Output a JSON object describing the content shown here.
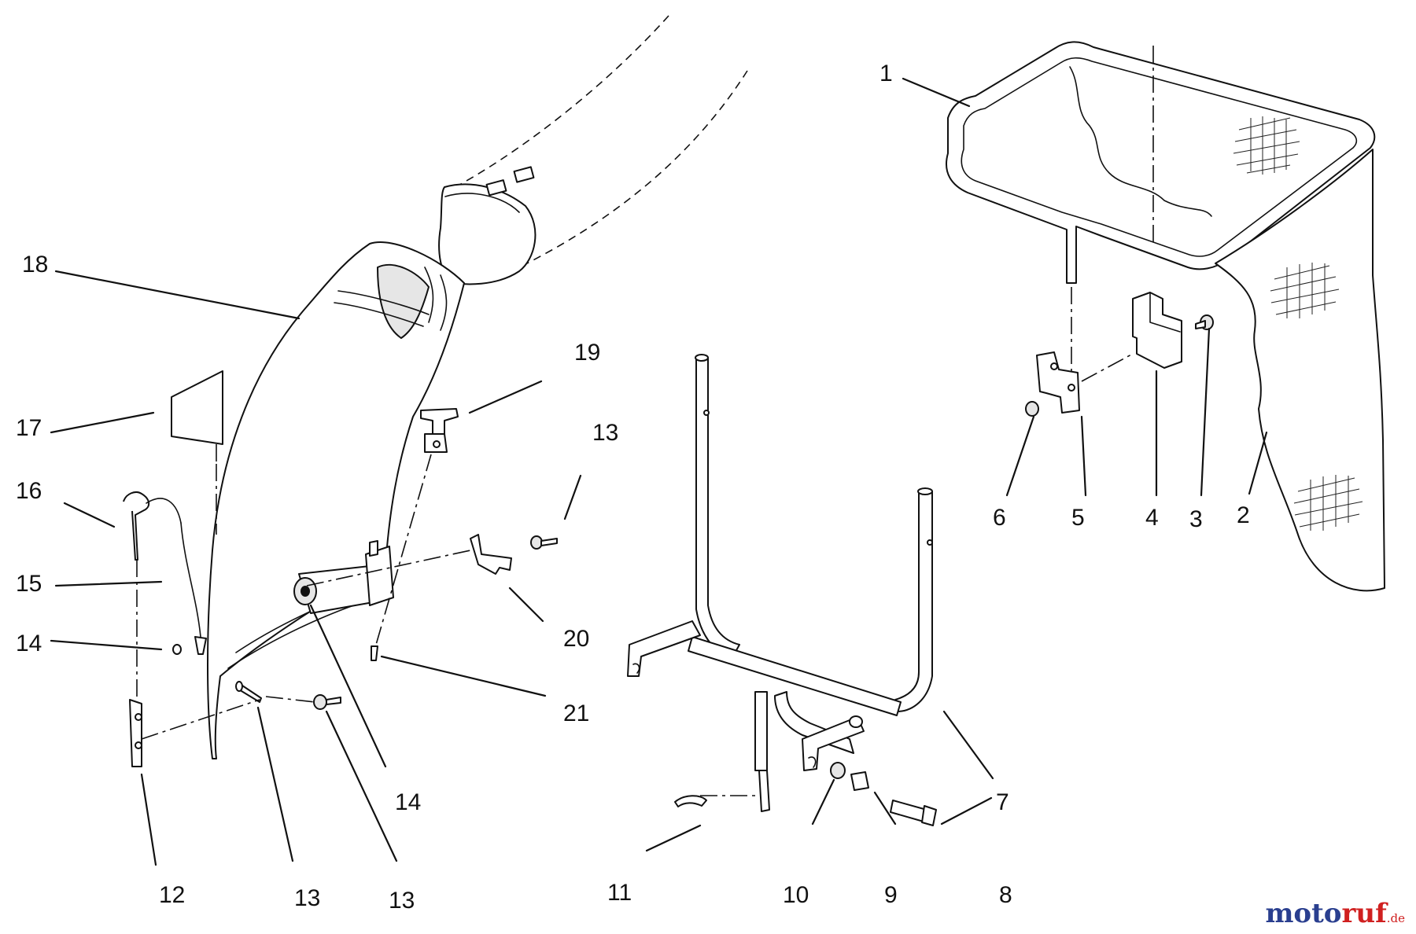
{
  "callouts": {
    "c1": "1",
    "c2": "2",
    "c3": "3",
    "c4": "4",
    "c5": "5",
    "c6": "6",
    "c7": "7",
    "c8": "8",
    "c9": "9",
    "c10": "10",
    "c11": "11",
    "c12": "12",
    "c13a": "13",
    "c13b": "13",
    "c13c": "13",
    "c14a": "14",
    "c14b": "14",
    "c15": "15",
    "c16": "16",
    "c17": "17",
    "c18": "18",
    "c19": "19",
    "c20": "20",
    "c21": "21"
  },
  "watermark": {
    "text_blue": "moto",
    "text_red": "ruf",
    "suffix": ".de",
    "color_blue": "#2a3f8f",
    "color_red": "#d02020"
  }
}
